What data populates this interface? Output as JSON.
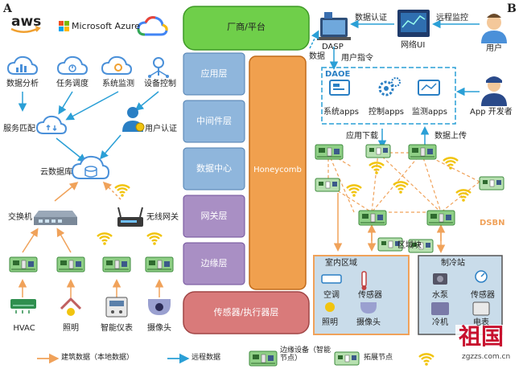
{
  "panel_a": "A",
  "panel_b": "B",
  "cloud_providers": {
    "aws": "aws",
    "azure": "Microsoft Azure"
  },
  "services": [
    "数据分析",
    "任务调度",
    "系统监测",
    "设备控制"
  ],
  "service_match": "服务匹配",
  "user_auth": "用户认证",
  "cloud_db": "云数据库",
  "switch": "交换机",
  "wireless_gw": "无线网关",
  "devices": [
    "HVAC",
    "照明",
    "智能仪表",
    "摄像头"
  ],
  "layers": {
    "top": "厂商/平台",
    "stack": [
      "应用层",
      "中间件层",
      "数据中心",
      "网关层",
      "边缘层"
    ],
    "bottom": "传感器/执行器层",
    "core": "Honeycomb"
  },
  "right": {
    "data_auth": "数据认证",
    "remote_monitor": "远程监控",
    "dasp": "DASP",
    "net_ui": "网络UI",
    "user": "用户",
    "data": "数据",
    "user_cmd": "用户指令",
    "daoe": "DAOE",
    "apps": [
      "系统apps",
      "控制apps",
      "监测apps"
    ],
    "app_dev": "App 开发者",
    "app_download": "应用下载",
    "data_upload": "数据上传",
    "dsbn": "DSBN",
    "region_block": "区域块",
    "indoor": "室内区域",
    "indoor_devices": [
      "空调",
      "传感器",
      "照明",
      "摄像头"
    ],
    "cold_station": "制冷站",
    "cold_devices": [
      "水泵",
      "传感器",
      "冷机",
      "电表"
    ]
  },
  "legend": {
    "building_data": "建筑数据（本地数据）",
    "remote_data": "远程数据",
    "edge_device": "边缘设备（智能节点）",
    "ext_node": "拓展节点"
  },
  "watermark": {
    "logo": "祖国",
    "url": "zgzzs.com.cn"
  },
  "colors": {
    "green": "#6fcf4a",
    "blue_layer": "#8fb6dc",
    "purple_layer": "#a98fc4",
    "red_layer": "#d97a7a",
    "honeycomb": "#f0a04e",
    "orange_arrow": "#f0a25a",
    "blue_arrow": "#2a9fd6",
    "region_bg": "#c9dcea",
    "pcb": "#7fc47f"
  }
}
